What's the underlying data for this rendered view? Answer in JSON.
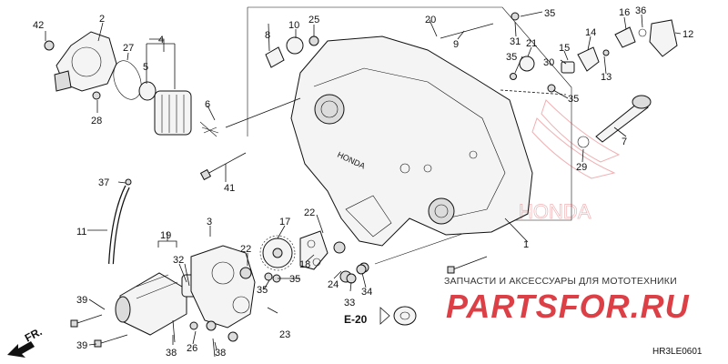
{
  "callouts": {
    "c1": "1",
    "c2": "2",
    "c3": "3",
    "c4": "4",
    "c5": "5",
    "c6": "6",
    "c7": "7",
    "c8": "8",
    "c9": "9",
    "c10": "10",
    "c11": "11",
    "c12": "12",
    "c13": "13",
    "c14": "14",
    "c15": "15",
    "c16": "16",
    "c17": "17",
    "c18": "18",
    "c19": "19",
    "c20": "20",
    "c21": "21",
    "c22a": "22",
    "c22b": "22",
    "c23": "23",
    "c24": "24",
    "c25": "25",
    "c26": "26",
    "c27": "27",
    "c28": "28",
    "c29": "29",
    "c30": "30",
    "c31": "31",
    "c32": "32",
    "c33": "33",
    "c34": "34",
    "c35a": "35",
    "c35b": "35",
    "c35c": "35",
    "c35d": "35",
    "c36": "36",
    "c37": "37",
    "c38a": "38",
    "c38b": "38",
    "c39a": "39",
    "c39b": "39",
    "c41": "41",
    "c42": "42"
  },
  "reference": "E-20",
  "direction": "FR.",
  "watermark": {
    "tagline": "ЗАПЧАСТИ И АКСЕССУАРЫ ДЛЯ МОТОТЕХНИКИ",
    "brand": "PARTSFOR.RU"
  },
  "diagram_code": "HR3LE0601",
  "colors": {
    "ink": "#111111",
    "brand_red": "#d71f26"
  }
}
